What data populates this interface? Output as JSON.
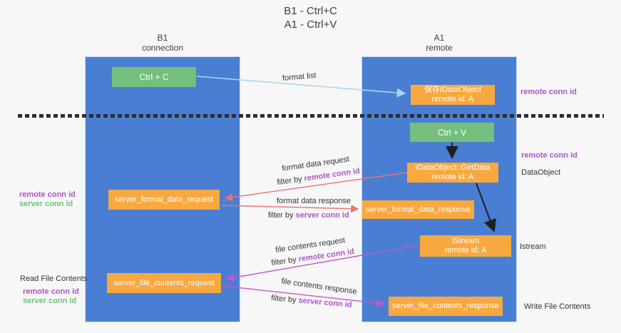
{
  "title": {
    "line1": "B1 - Ctrl+C",
    "line2": "A1 - Ctrl+V"
  },
  "lanes": {
    "left": {
      "title": "B1",
      "subtitle": "connection"
    },
    "right": {
      "title": "A1",
      "subtitle": "remote"
    }
  },
  "boxes": {
    "ctrl_c": {
      "label": "Ctrl + C"
    },
    "ctrl_v": {
      "label": "Ctrl + V"
    },
    "save_idataobject": {
      "line1": "保存IDataObject",
      "line2": "remote id: A"
    },
    "getdata": {
      "line1": "IDataObject::GetData",
      "line2": "remote id: A"
    },
    "istream": {
      "line1": "IStream",
      "line2": "remote id: A"
    },
    "format_request": {
      "label": "server_format_data_request"
    },
    "format_response": {
      "label": "server_format_data_response"
    },
    "file_request": {
      "label": "server_file_contents_request"
    },
    "file_response": {
      "label": "server_file_contents_response"
    }
  },
  "arrow_labels": {
    "format_list": "format list",
    "format_data_request": "format data request",
    "format_data_response": "format data response",
    "file_contents_request": "file contents request",
    "file_contents_response": "file contents response",
    "filter_by": "filter by ",
    "remote_conn_id": "remote conn id",
    "server_conn_id": "server conn id"
  },
  "annotations": {
    "remote_conn_id": "remote conn id",
    "server_conn_id": "server conn id",
    "dataobject": "DataObject",
    "istream": "Istream",
    "read_file_contents": "Read File Contents",
    "write_file_contents": "Write File Contents"
  },
  "colors": {
    "lifeline_blue": "#4a7ed2",
    "green_box": "#74bf7b",
    "orange_box": "#f7a940",
    "light_blue_arrow": "#a9d5f2",
    "red_arrow": "#e97373",
    "magenta_arrow": "#c855c8",
    "black_arrow": "#1f1f1f",
    "purple_text": "#a855c8",
    "green_text": "#67c27c"
  }
}
